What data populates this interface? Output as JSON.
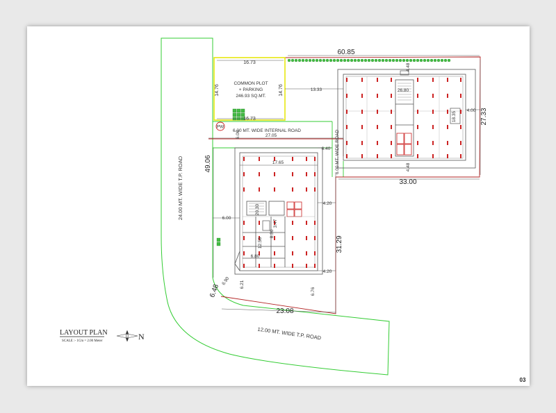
{
  "labels": {
    "top_width": "60.85",
    "common_top": "16.73",
    "common_mid": "16.73",
    "common_left": "14.76",
    "common_right": "14.76",
    "common_plot_line1": "COMMON PLOT",
    "common_plot_line2": "+ PARKING",
    "common_plot_line3": "246.93 SQ.MT.",
    "pw": "PW",
    "dist_13_33": "13.33",
    "right_height": "27.33",
    "internal_road": "6.00 MT. WIDE INTERNAL ROAD",
    "internal_road_vertical": "6.00 MT. WIDE ROAD",
    "internal_width": "27.05",
    "six_small": "6.00",
    "six_right": "6.40",
    "block_b_width": "33.00",
    "block_b_inner": "26.80",
    "block_b_right": "4.00",
    "block_b_small": "18.35",
    "block_b_top": "4.48",
    "block_b_bottom": "4.48",
    "left_height": "49.06",
    "block_a_top": "17.65",
    "block_a_core": "20.30",
    "block_a_right1": "4.20",
    "block_a_right2": "4.20",
    "block_a_left": "6.00",
    "block_a_shop": "3.47",
    "block_a_shop2": "8.30",
    "block_a_stair": "12.58",
    "block_a_bottom": "6.80",
    "right_side": "31.29",
    "bottom_width": "23.08",
    "corner_a": "6.90",
    "corner_b": "6.48",
    "corner_c": "6.21",
    "corner_d": "6.76",
    "road_24": "24.00 MT. WIDE T.P. ROAD",
    "road_12": "12.00 MT. WIDE T.P. ROAD",
    "title": "LAYOUT PLAN",
    "scale": "SCALE :- 1Cm = 2.00 Meter",
    "north": "N",
    "page": "03"
  },
  "colors": {
    "road_edge": "#33cc33",
    "plot_boundary": "#b22222",
    "common_plot": "#e6e600",
    "column": "#cc2222",
    "structure": "#555555",
    "tree": "#44bb44"
  }
}
